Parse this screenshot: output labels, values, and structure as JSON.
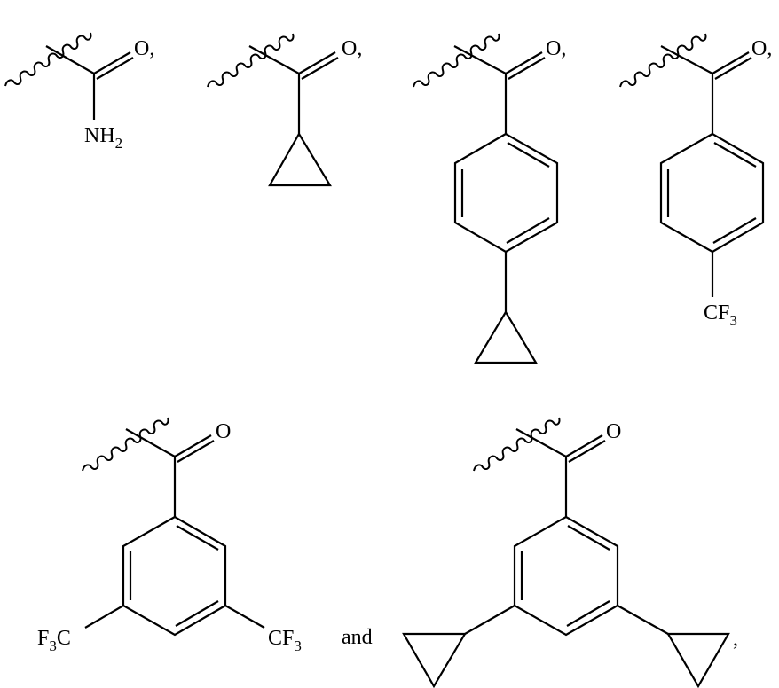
{
  "figure": {
    "type": "chemical-structures",
    "conjunction": "and",
    "trailing_comma": ","
  },
  "structures": [
    {
      "id": "carbamoyl",
      "labels": {
        "oxygen": "O",
        "oxygen_suffix": ",",
        "amine_main": "NH",
        "amine_sub": "2"
      }
    },
    {
      "id": "cyclopropanecarbonyl",
      "labels": {
        "oxygen": "O",
        "oxygen_suffix": ","
      }
    },
    {
      "id": "4-cyclopropylbenzoyl",
      "labels": {
        "oxygen": "O",
        "oxygen_suffix": ","
      }
    },
    {
      "id": "4-trifluoromethylbenzoyl",
      "labels": {
        "oxygen": "O",
        "oxygen_suffix": ",",
        "cf3_main": "CF",
        "cf3_sub": "3"
      }
    },
    {
      "id": "3,5-bis(trifluoromethyl)benzoyl",
      "labels": {
        "oxygen": "O",
        "left_f": "F",
        "left_sub": "3",
        "left_c": "C",
        "right_main": "CF",
        "right_sub": "3"
      }
    },
    {
      "id": "3,5-dicyclopropylbenzoyl",
      "labels": {
        "oxygen": "O"
      }
    }
  ]
}
